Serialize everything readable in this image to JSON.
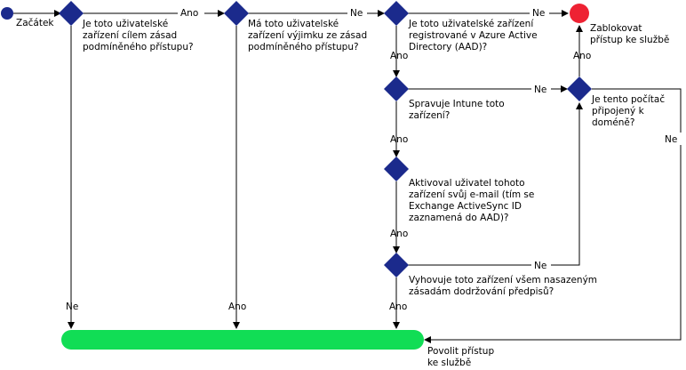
{
  "colors": {
    "decision": "#1b2a8c",
    "start": "#1b2a8c",
    "block": "#ee2233",
    "allow_bar": "#11dd55",
    "line": "#000000"
  },
  "nodes": {
    "start": {
      "label": "Začátek"
    },
    "d1": {
      "lines": [
        "Je toto uživatelské",
        "zařízení cílem zásad",
        "podmíněného přístupu?"
      ]
    },
    "d2": {
      "lines": [
        "Má toto uživatelské",
        "zařízení výjimku ze zásad",
        "podmíněného přístupu?"
      ]
    },
    "d3": {
      "lines": [
        "Je toto uživatelské zařízení",
        "registrované v Azure Active",
        "Directory (AAD)?"
      ]
    },
    "d4": {
      "lines": [
        "Spravuje Intune toto",
        "zařízení?"
      ]
    },
    "d5": {
      "lines": [
        "Aktivoval uživatel tohoto",
        "zařízení svůj e-mail (tím se",
        "Exchange ActiveSync ID",
        "zaznamená do AAD)?"
      ]
    },
    "d6": {
      "lines": [
        "Vyhovuje toto zařízení všem nasazeným",
        "zásadám dodržování předpisů?"
      ]
    },
    "d7": {
      "lines": [
        "Je tento počítač",
        "připojený k",
        "doméně?"
      ]
    },
    "block": {
      "lines": [
        "Zablokovat",
        "přístup ke službě"
      ]
    },
    "allow": {
      "lines": [
        "Povolit přístup",
        "ke službě"
      ]
    }
  },
  "edges": {
    "d1_yes": "Ano",
    "d2_no": "Ne",
    "d3_no": "Ne",
    "d3_yes": "Ano",
    "d4_no": "Ne",
    "d4_yes": "Ano",
    "d5_yes": "Ano",
    "d6_no": "Ne",
    "d7_yes": "Ano",
    "d7_no": "Ne",
    "d1_no": "Ne",
    "d2_yes": "Ano",
    "d6_yes": "Ano"
  }
}
